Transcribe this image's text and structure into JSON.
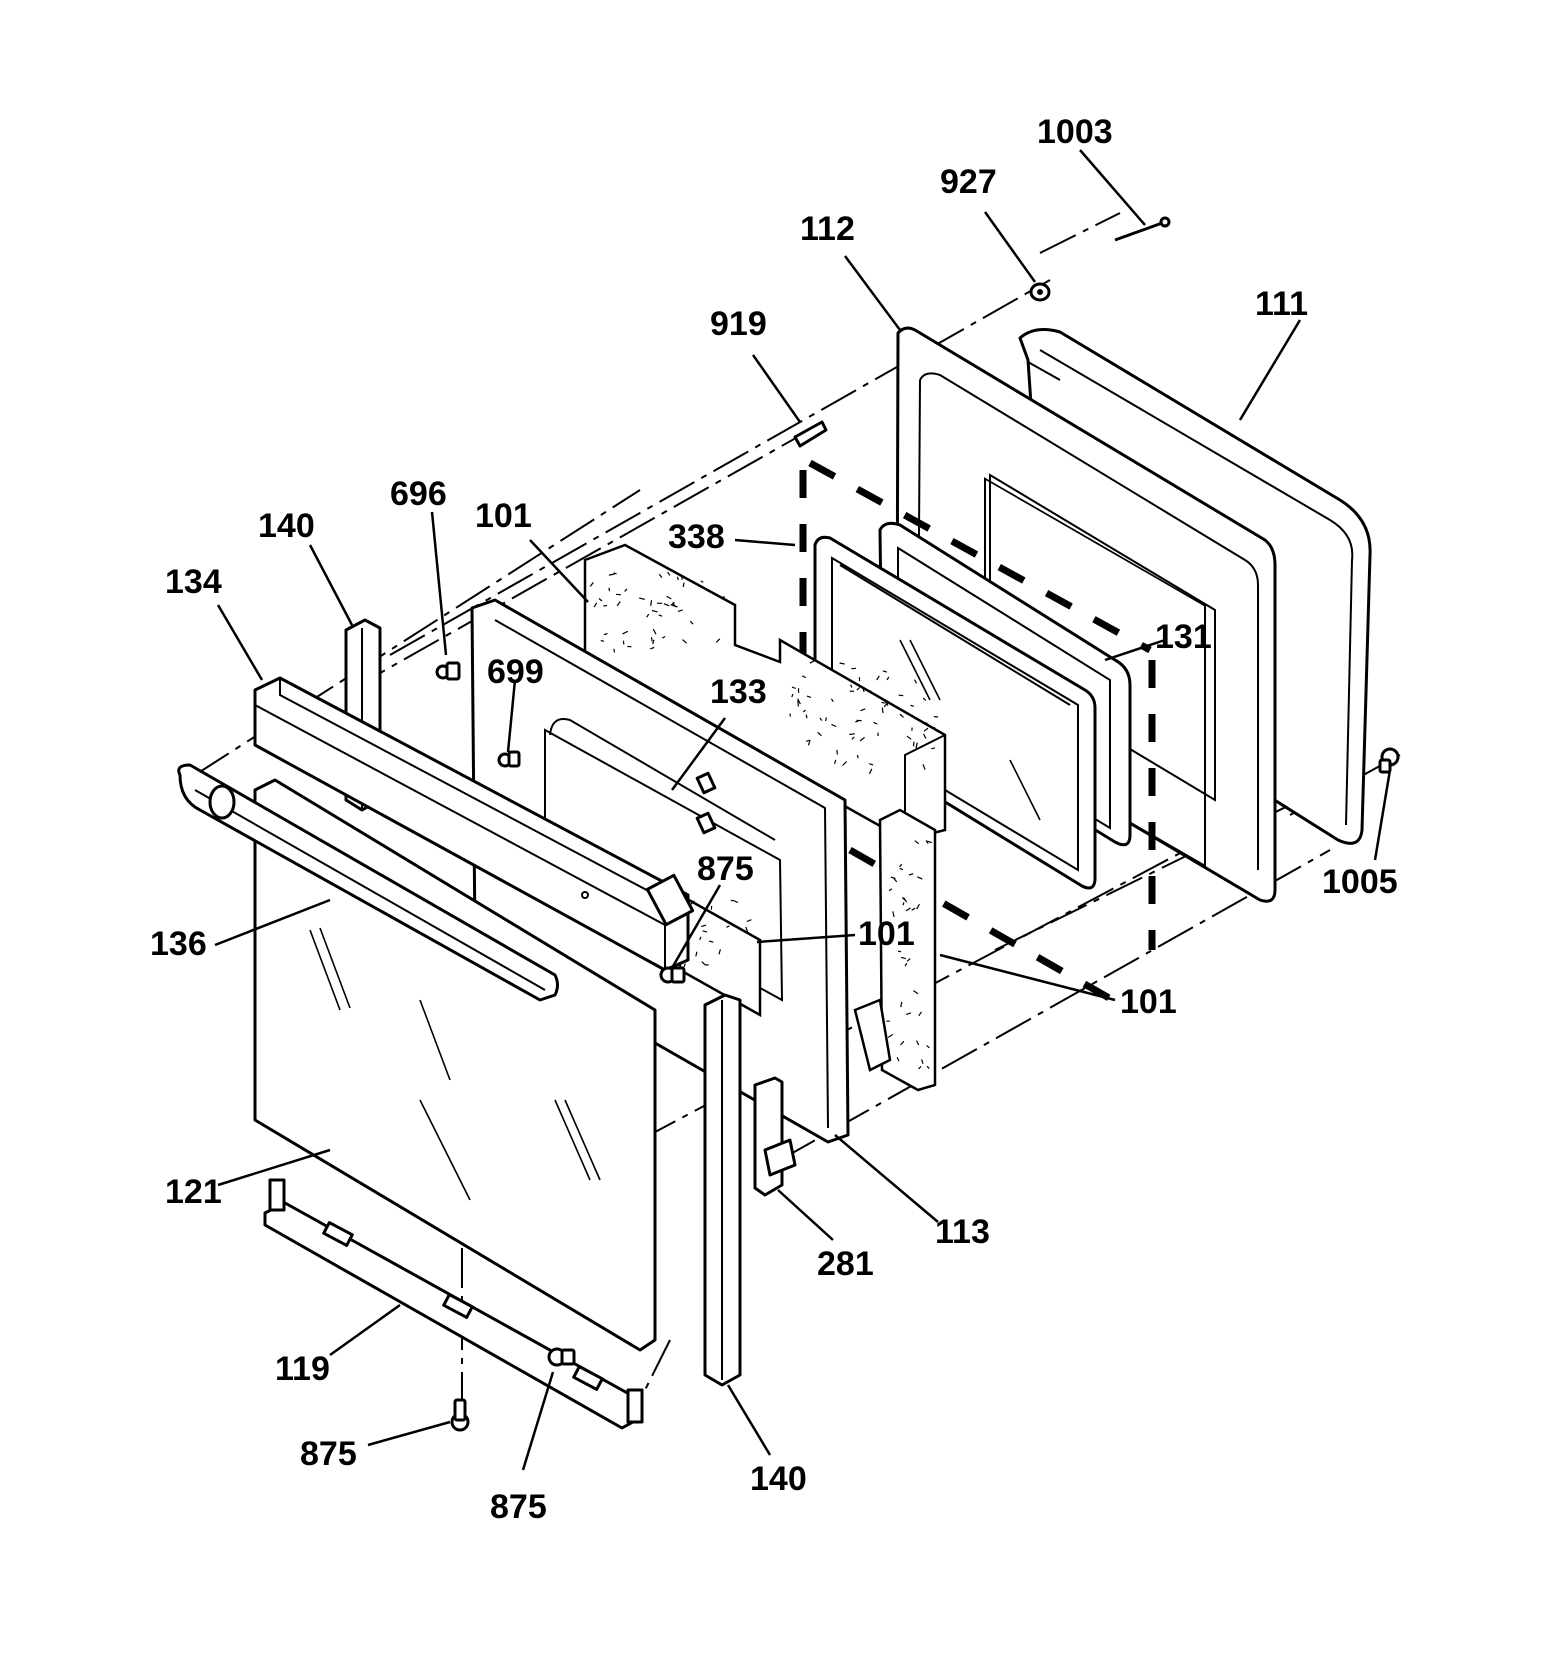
{
  "diagram": {
    "type": "exploded-parts-diagram",
    "callouts": [
      "1003",
      "927",
      "112",
      "111",
      "919",
      "696",
      "140",
      "101",
      "338",
      "134",
      "699",
      "133",
      "131",
      "875",
      "1005",
      "136",
      "101",
      "101",
      "121",
      "281",
      "113",
      "119",
      "875",
      "875",
      "140"
    ],
    "parts": [
      {
        "ref": "1003",
        "icon": "screw-icon"
      },
      {
        "ref": "927",
        "icon": "washer-icon"
      },
      {
        "ref": "112",
        "icon": "inner-door-liner"
      },
      {
        "ref": "111",
        "icon": "door-gasket"
      },
      {
        "ref": "919",
        "icon": "spacer-icon"
      },
      {
        "ref": "338",
        "icon": "window-pack"
      },
      {
        "ref": "131",
        "icon": "glass-retainer"
      },
      {
        "ref": "1005",
        "icon": "screw-icon"
      },
      {
        "ref": "101",
        "icon": "insulation"
      },
      {
        "ref": "133",
        "icon": "clip-icon"
      },
      {
        "ref": "134",
        "icon": "door-trim-top"
      },
      {
        "ref": "136",
        "icon": "door-handle"
      },
      {
        "ref": "121",
        "icon": "outer-door-glass"
      },
      {
        "ref": "119",
        "icon": "door-trim-bottom"
      },
      {
        "ref": "140",
        "icon": "door-side-trim"
      },
      {
        "ref": "696",
        "icon": "screw-icon"
      },
      {
        "ref": "699",
        "icon": "screw-icon"
      },
      {
        "ref": "875",
        "icon": "screw-icon"
      },
      {
        "ref": "281",
        "icon": "hinge-icon"
      },
      {
        "ref": "113",
        "icon": "door-frame"
      }
    ]
  }
}
